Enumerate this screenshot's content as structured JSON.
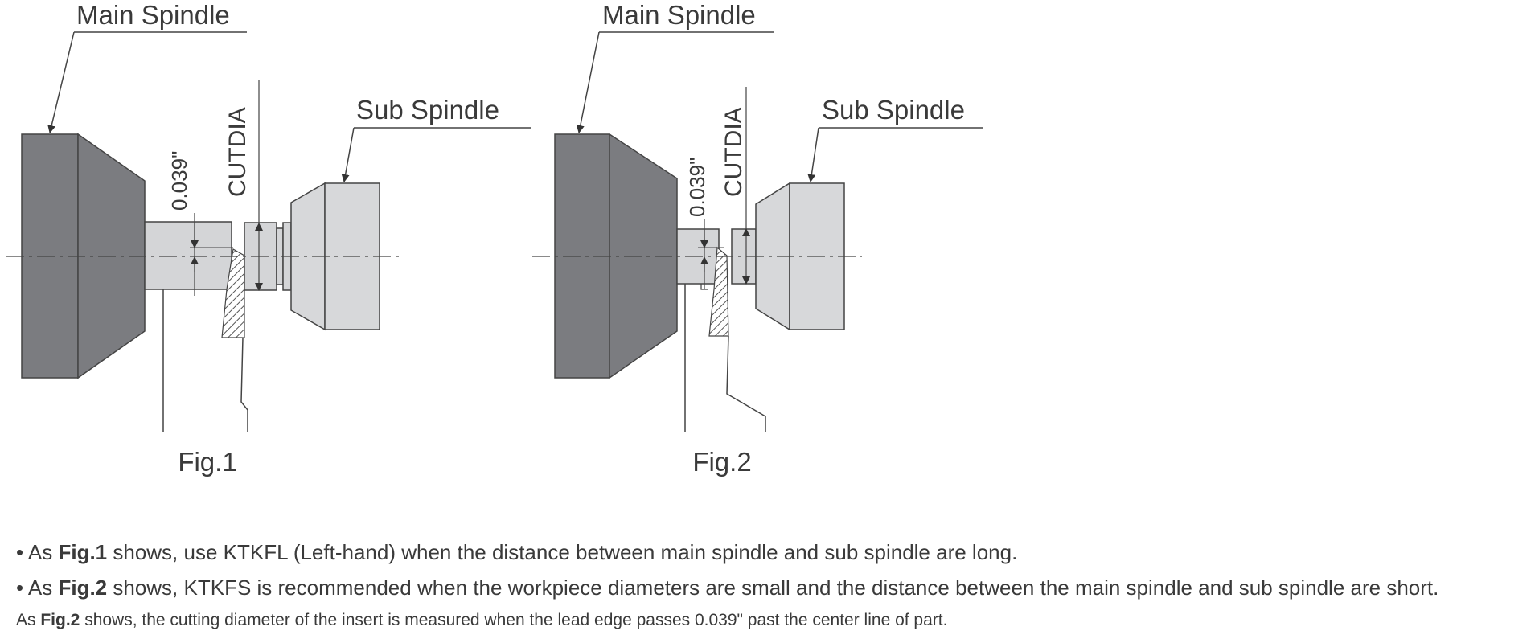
{
  "figures": [
    {
      "caption": "Fig.1",
      "main_spindle_label": "Main Spindle",
      "sub_spindle_label": "Sub Spindle",
      "offset_label": "0.039\"",
      "cutdia_label": "CUTDIA"
    },
    {
      "caption": "Fig.2",
      "main_spindle_label": "Main Spindle",
      "sub_spindle_label": "Sub Spindle",
      "offset_label": "0.039\"",
      "cutdia_label": "CUTDIA"
    }
  ],
  "notes": {
    "note1": {
      "prefix": "• As ",
      "fig": "Fig.1",
      "text": " shows, use KTKFL (Left-hand) when the distance between main spindle and sub spindle are long."
    },
    "note2": {
      "prefix": "• As ",
      "fig": "Fig.2",
      "text": " shows, KTKFS is recommended when the workpiece diameters are small and the distance between the main spindle and sub spindle are short."
    },
    "note3": {
      "prefix": "As ",
      "fig": "Fig.2",
      "text": " shows, the cutting diameter of the insert is measured when the lead edge passes 0.039\" past the center line of part."
    }
  },
  "colors": {
    "main_spindle_body": "#7b7c80",
    "sub_spindle_body": "#d7d8da",
    "workpiece": "#d4d5d7",
    "outline": "#444444",
    "text": "#3a3a3a"
  }
}
